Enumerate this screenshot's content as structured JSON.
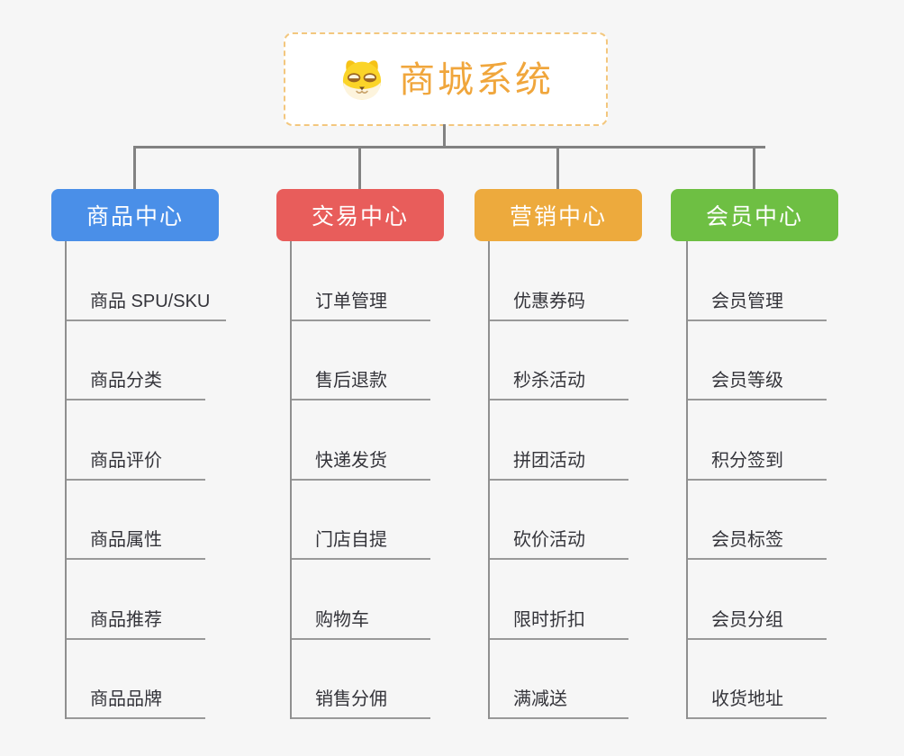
{
  "page": {
    "background_color": "#f6f6f6",
    "connector_color": "#828282",
    "leaf_line_color": "#999999"
  },
  "root": {
    "label": "商城系统",
    "icon": "doge-icon",
    "text_color": "#f0a63c",
    "border_color": "#f3c77e"
  },
  "branches": [
    {
      "label": "商品中心",
      "color": "#4a8fe8",
      "children": [
        "商品 SPU/SKU",
        "商品分类",
        "商品评价",
        "商品属性",
        "商品推荐",
        "商品品牌"
      ]
    },
    {
      "label": "交易中心",
      "color": "#e85d5b",
      "children": [
        "订单管理",
        "售后退款",
        "快递发货",
        "门店自提",
        "购物车",
        "销售分佣"
      ]
    },
    {
      "label": "营销中心",
      "color": "#edaa3d",
      "children": [
        "优惠券码",
        "秒杀活动",
        "拼团活动",
        "砍价活动",
        "限时折扣",
        "满减送"
      ]
    },
    {
      "label": "会员中心",
      "color": "#6ebf43",
      "children": [
        "会员管理",
        "会员等级",
        "积分签到",
        "会员标签",
        "会员分组",
        "收货地址"
      ]
    }
  ]
}
